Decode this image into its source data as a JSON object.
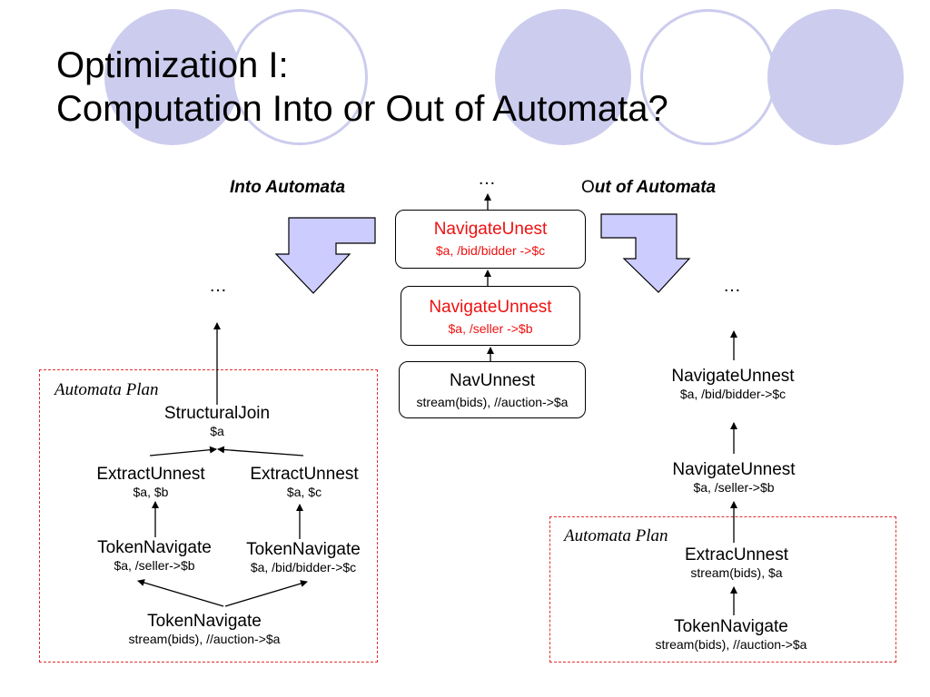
{
  "slide": {
    "title_line1": "Optimization I:",
    "title_line2": "Computation Into  or Out of Automata?"
  },
  "headings": {
    "into": "Into Automata",
    "out_prefix": "O",
    "out_rest": "ut of Automata"
  },
  "ellipsis": "…",
  "center_stack": [
    {
      "name": "NavigateUnest",
      "args": "$a, /bid/bidder ->$c"
    },
    {
      "name": "NavigateUnnest",
      "args": "$a, /seller ->$b"
    },
    {
      "name": "NavUnnest",
      "args": "stream(bids), //auction->$a"
    }
  ],
  "left_plan": {
    "label": "Automata Plan",
    "structural_join": {
      "name": "StructuralJoin",
      "args": "$a"
    },
    "extract_left": {
      "name": "ExtractUnnest",
      "args": "$a, $b"
    },
    "extract_right": {
      "name": "ExtractUnnest",
      "args": "$a, $c"
    },
    "token_left": {
      "name": "TokenNavigate",
      "args": "$a, /seller->$b"
    },
    "token_right": {
      "name": "TokenNavigate",
      "args": "$a, /bid/bidder->$c"
    },
    "token_root": {
      "name": "TokenNavigate",
      "args": "stream(bids), //auction->$a"
    }
  },
  "right_plan": {
    "label": "Automata Plan",
    "nav_top": {
      "name": "NavigateUnnest",
      "args": "$a, /bid/bidder->$c"
    },
    "nav_mid": {
      "name": "NavigateUnnest",
      "args": "$a, /seller->$b"
    },
    "extrac": {
      "name": "ExtracUnnest",
      "args": "stream(bids), $a"
    },
    "token_root": {
      "name": "TokenNavigate",
      "args": "stream(bids), //auction->$a"
    }
  },
  "colors": {
    "decoration": "#ccccee",
    "highlight_text": "#ee1111",
    "plan_border": "#e03030",
    "arrow_fill": "#ccccff"
  }
}
